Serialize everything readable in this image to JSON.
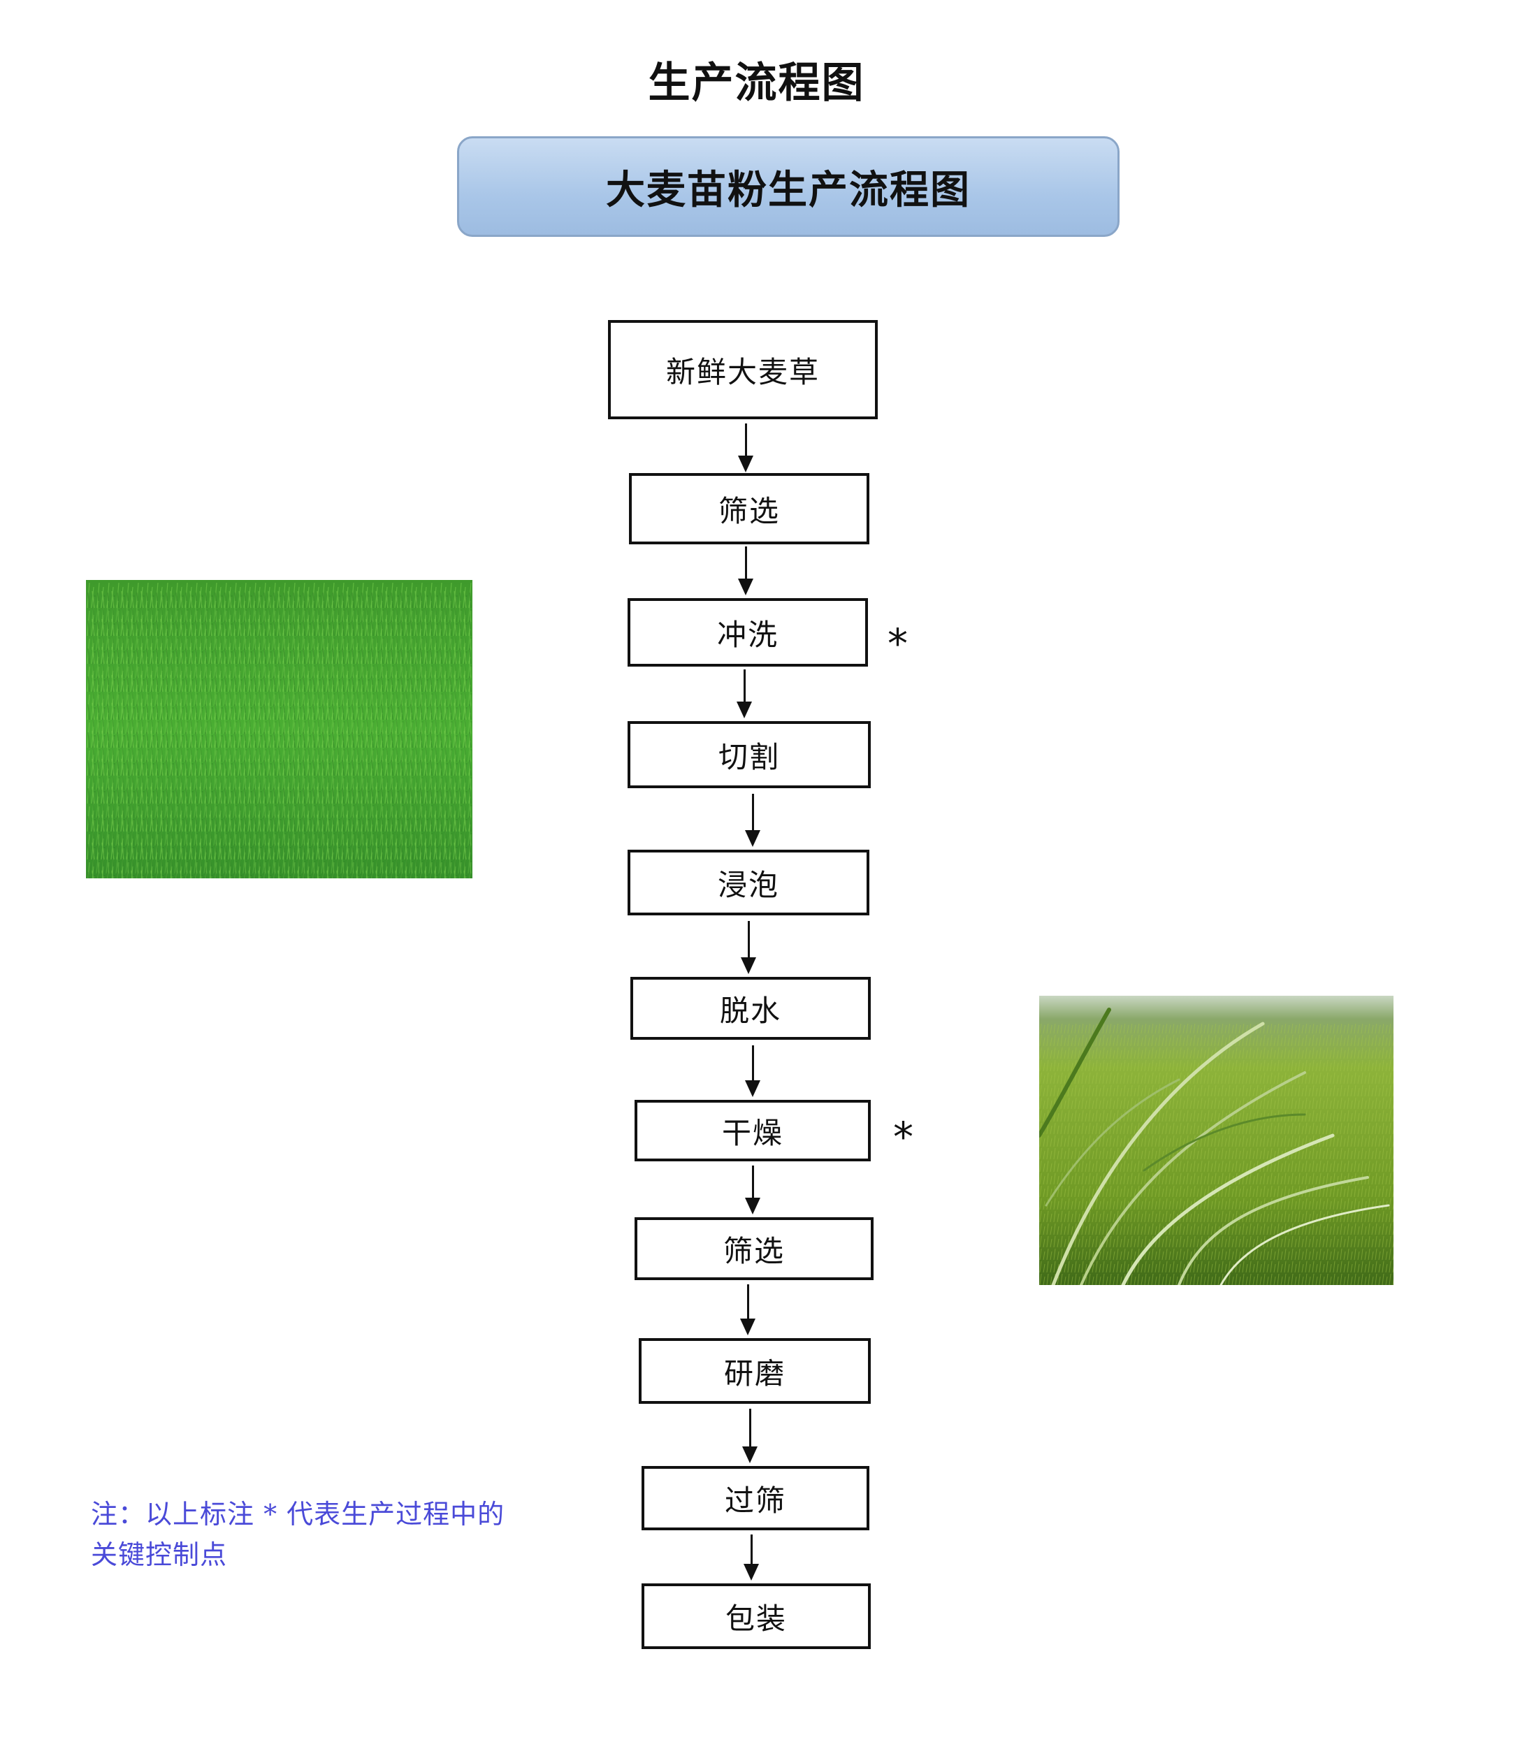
{
  "page_title": "生产流程图",
  "banner_title": "大麦苗粉生产流程图",
  "steps": [
    {
      "label": "新鲜大麦草",
      "key_point": false
    },
    {
      "label": "筛选",
      "key_point": false
    },
    {
      "label": "冲洗",
      "key_point": true
    },
    {
      "label": "切割",
      "key_point": false
    },
    {
      "label": "浸泡",
      "key_point": false
    },
    {
      "label": "脱水",
      "key_point": false
    },
    {
      "label": "干燥",
      "key_point": true
    },
    {
      "label": "筛选",
      "key_point": false
    },
    {
      "label": "研磨",
      "key_point": false
    },
    {
      "label": "过筛",
      "key_point": false
    },
    {
      "label": "包装",
      "key_point": false
    }
  ],
  "key_point_marker": "*",
  "note": "注：以上标注 * 代表生产过程中的关键控制点",
  "colors": {
    "banner_fill": "#b8d0ee",
    "banner_border": "#8aa6c8",
    "note_text": "#4a4ad8",
    "grass": "#3f9e2a"
  }
}
